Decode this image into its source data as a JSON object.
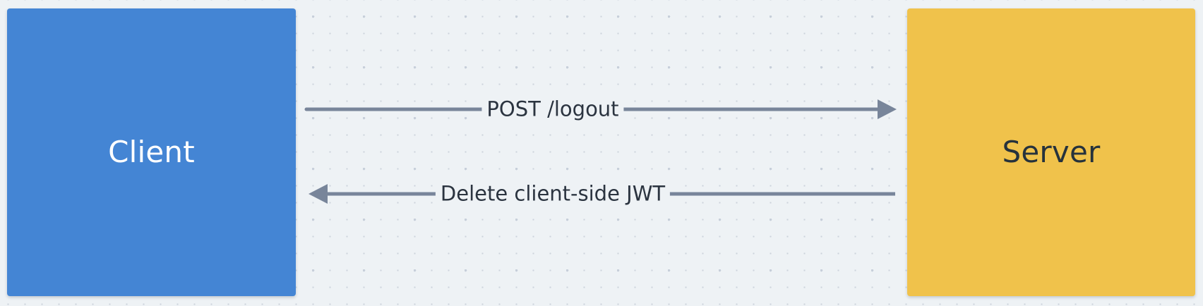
{
  "diagram": {
    "type": "sequence-interaction",
    "background_color": "#eef2f5",
    "nodes": [
      {
        "id": "client",
        "label": "Client",
        "fill": "#4485d4",
        "text_color": "#ffffff"
      },
      {
        "id": "server",
        "label": "Server",
        "fill": "#f0c24b",
        "text_color": "#26323c"
      }
    ],
    "edges": [
      {
        "id": "request",
        "label": "POST /logout",
        "from": "client",
        "to": "server",
        "direction": "right",
        "color": "#78859a"
      },
      {
        "id": "response",
        "label": "Delete client-side JWT",
        "from": "server",
        "to": "client",
        "direction": "left",
        "color": "#78859a"
      }
    ]
  }
}
